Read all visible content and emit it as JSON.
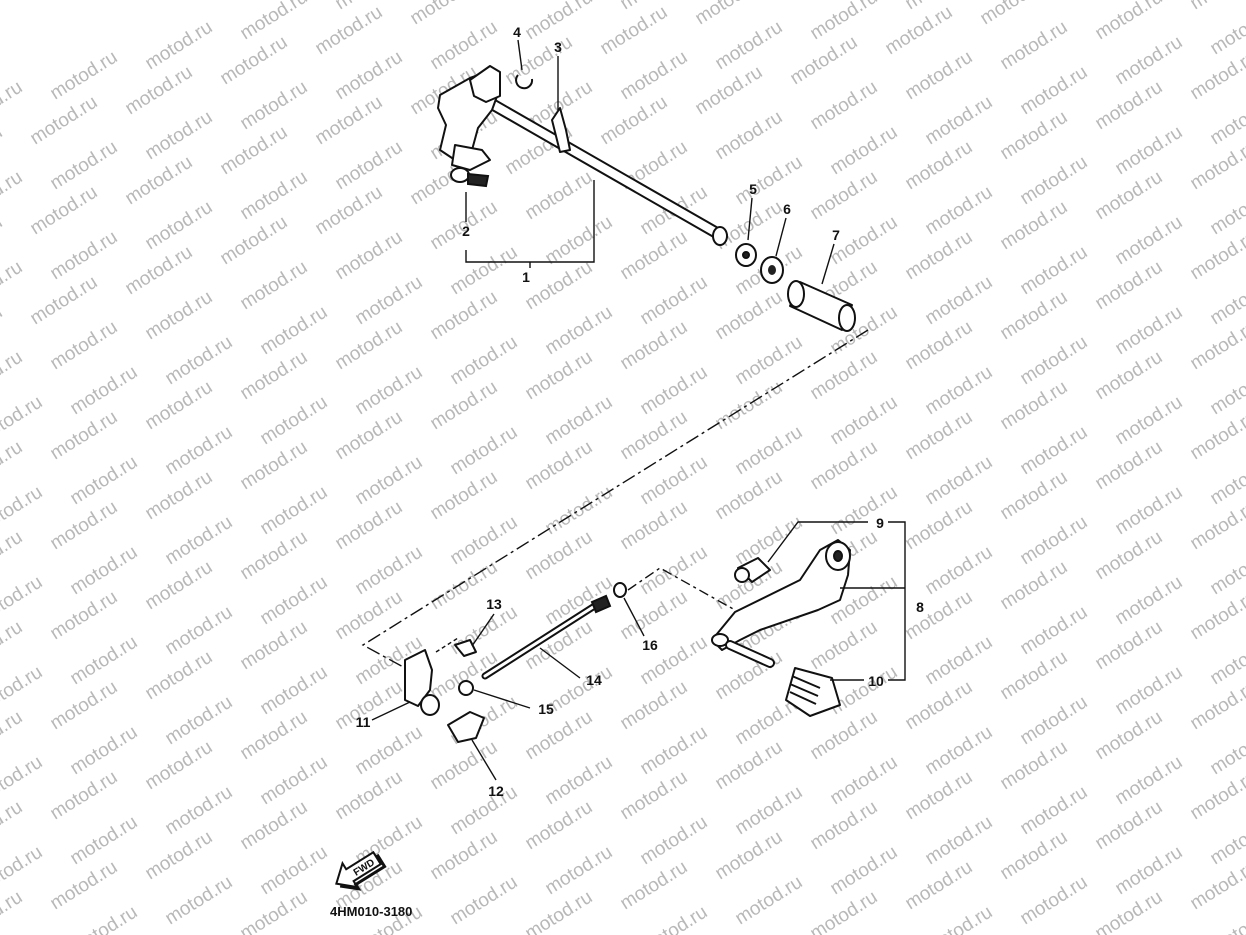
{
  "watermark": "motod.ru",
  "diagram_code": "4HM010-3180",
  "fwd_arrow_label": "FWD",
  "callouts": [
    {
      "id": "c1",
      "label": "1"
    },
    {
      "id": "c2",
      "label": "2"
    },
    {
      "id": "c3",
      "label": "3"
    },
    {
      "id": "c4",
      "label": "4"
    },
    {
      "id": "c5",
      "label": "5"
    },
    {
      "id": "c6",
      "label": "6"
    },
    {
      "id": "c7",
      "label": "7"
    },
    {
      "id": "c8",
      "label": "8"
    },
    {
      "id": "c9",
      "label": "9"
    },
    {
      "id": "c10",
      "label": "10"
    },
    {
      "id": "c11",
      "label": "11"
    },
    {
      "id": "c12",
      "label": "12"
    },
    {
      "id": "c13",
      "label": "13"
    },
    {
      "id": "c14",
      "label": "14"
    },
    {
      "id": "c15",
      "label": "15"
    },
    {
      "id": "c16",
      "label": "16"
    }
  ]
}
